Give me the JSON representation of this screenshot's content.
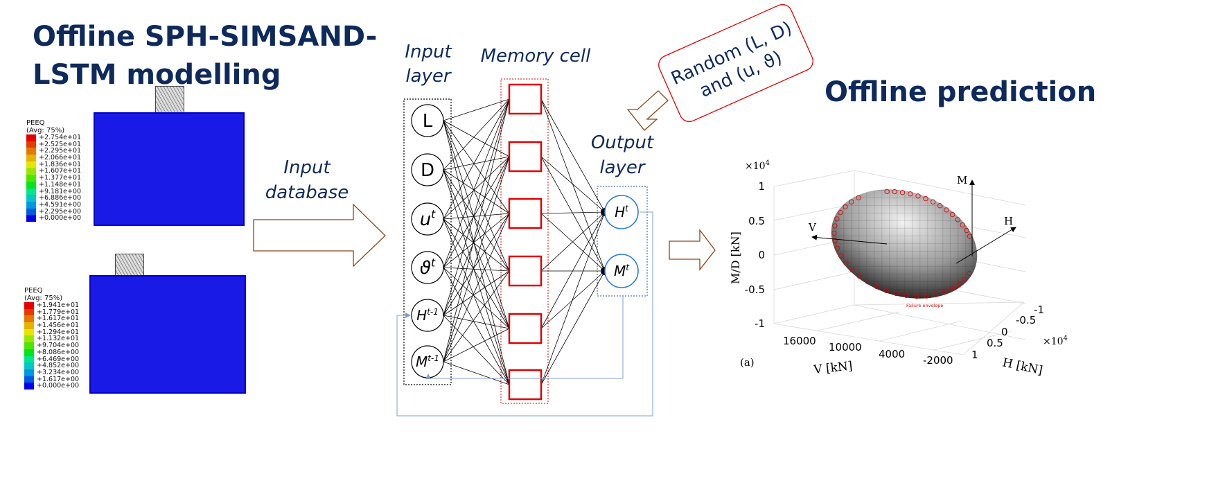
{
  "left": {
    "title_line1": "Offline SPH-SIMSAND-",
    "title_line2": "LSTM modelling",
    "legend1": {
      "header1": "PEEQ",
      "header2": "(Avg: 75%)",
      "values": [
        "+2.754e+01",
        "+2.525e+01",
        "+2.295e+01",
        "+2.066e+01",
        "+1.836e+01",
        "+1.607e+01",
        "+1.377e+01",
        "+1.148e+01",
        "+9.181e+00",
        "+6.886e+00",
        "+4.591e+00",
        "+2.295e+00",
        "+0.000e+00"
      ]
    },
    "legend2": {
      "header1": "PEEQ",
      "header2": "(Avg: 75%)",
      "values": [
        "+1.941e+01",
        "+1.779e+01",
        "+1.617e+01",
        "+1.456e+01",
        "+1.294e+01",
        "+1.132e+01",
        "+9.704e+00",
        "+8.086e+00",
        "+6.469e+00",
        "+4.852e+00",
        "+3.234e+00",
        "+1.617e+00",
        "+0.000e+00"
      ]
    },
    "legend_colors": [
      "#e60000",
      "#e63c00",
      "#e67800",
      "#e6b400",
      "#e6e600",
      "#9be600",
      "#4ce600",
      "#00e61a",
      "#00e68c",
      "#00c8c8",
      "#0096e6",
      "#005ae6",
      "#0000e6"
    ]
  },
  "arrow_label_line1": "Input",
  "arrow_label_line2": "database",
  "network": {
    "input_layer_line1": "Input",
    "input_layer_line2": "layer",
    "memory_cell": "Memory cell",
    "output_layer_line1": "Output",
    "output_layer_line2": "layer",
    "inputs": [
      {
        "base": "L",
        "sup": ""
      },
      {
        "base": "D",
        "sup": ""
      },
      {
        "base": "u",
        "sup": "t"
      },
      {
        "base": "ϑ",
        "sup": "t"
      },
      {
        "base": "H",
        "sup": "t-1"
      },
      {
        "base": "M",
        "sup": "t-1"
      }
    ],
    "outputs": [
      {
        "base": "H",
        "sup": "t"
      },
      {
        "base": "M",
        "sup": "t"
      }
    ],
    "memory_cell_count": 6,
    "colors": {
      "cell": "#e00000",
      "output_node": "#2b7bd6",
      "feedback": "#7f9fd0",
      "arrow_outline": "#8b4513"
    }
  },
  "random_box_line1": "Random (L, D)",
  "random_box_line2": "and (u, ϑ)",
  "right": {
    "title": "Offline prediction",
    "plot": {
      "multiplier": "×10",
      "multiplier_exp": "4",
      "z_ticks": [
        "1",
        "0.5",
        "0",
        "-0.5",
        "-1"
      ],
      "z_label": "M/D [kN]",
      "v_ticks": [
        "16000",
        "10000",
        "4000",
        "-2000"
      ],
      "v_label": "V [kN]",
      "h_ticks": [
        "-1",
        "-0.5",
        "0",
        "0.5",
        "1"
      ],
      "h_label": "H [kN]",
      "h_multiplier": "×10",
      "h_multiplier_exp": "4",
      "axis_m": "M",
      "axis_v": "V",
      "axis_h": "H",
      "envelope_label": "Failure envelope",
      "panel_label": "(a)"
    }
  }
}
